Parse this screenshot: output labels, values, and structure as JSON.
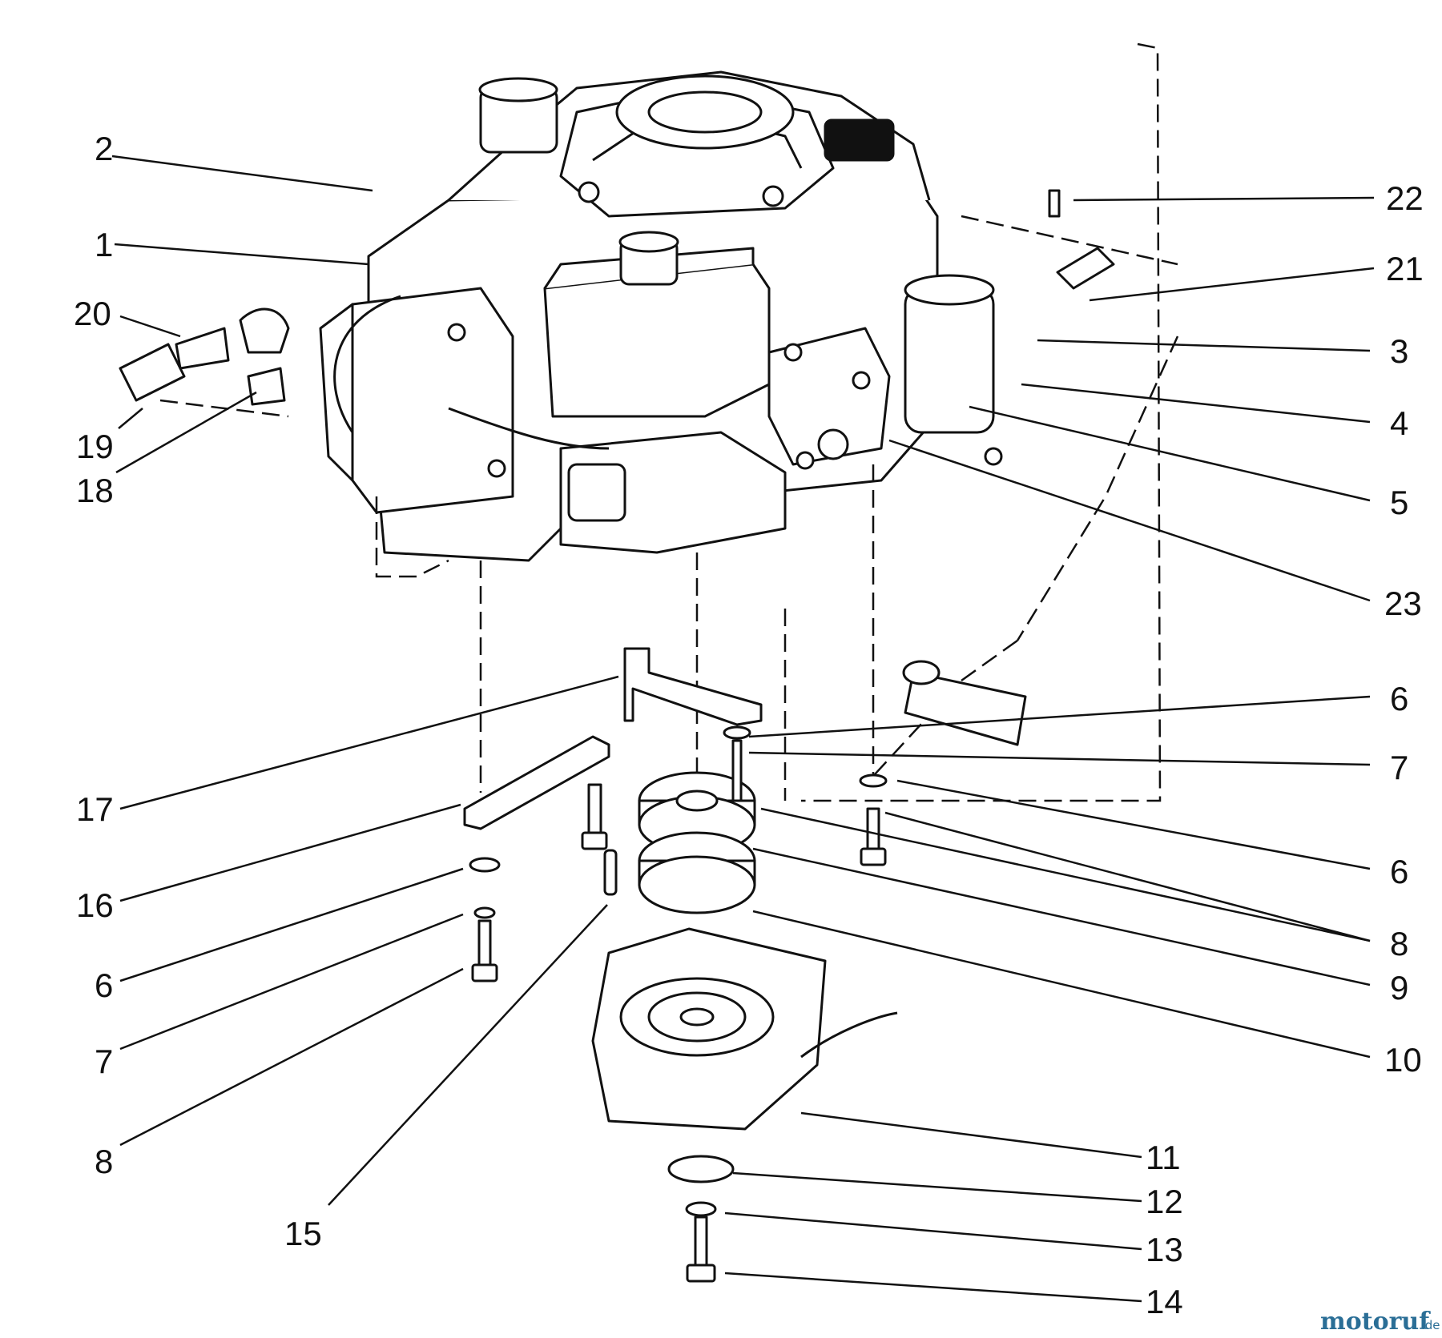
{
  "callouts": [
    {
      "id": "2",
      "label": "2"
    },
    {
      "id": "1",
      "label": "1"
    },
    {
      "id": "20",
      "label": "20"
    },
    {
      "id": "19",
      "label": "19"
    },
    {
      "id": "18",
      "label": "18"
    },
    {
      "id": "22",
      "label": "22"
    },
    {
      "id": "21",
      "label": "21"
    },
    {
      "id": "3",
      "label": "3"
    },
    {
      "id": "4",
      "label": "4"
    },
    {
      "id": "5",
      "label": "5"
    },
    {
      "id": "23",
      "label": "23"
    },
    {
      "id": "6a",
      "label": "6"
    },
    {
      "id": "7a",
      "label": "7"
    },
    {
      "id": "6b",
      "label": "6"
    },
    {
      "id": "8a",
      "label": "8"
    },
    {
      "id": "9",
      "label": "9"
    },
    {
      "id": "10",
      "label": "10"
    },
    {
      "id": "17",
      "label": "17"
    },
    {
      "id": "16",
      "label": "16"
    },
    {
      "id": "6c",
      "label": "6"
    },
    {
      "id": "7b",
      "label": "7"
    },
    {
      "id": "8b",
      "label": "8"
    },
    {
      "id": "15",
      "label": "15"
    },
    {
      "id": "11",
      "label": "11"
    },
    {
      "id": "12",
      "label": "12"
    },
    {
      "id": "13",
      "label": "13"
    },
    {
      "id": "14",
      "label": "14"
    }
  ],
  "watermark": {
    "brand": "motoruf",
    "suffix": ".de",
    "color": "#2a6e96"
  }
}
